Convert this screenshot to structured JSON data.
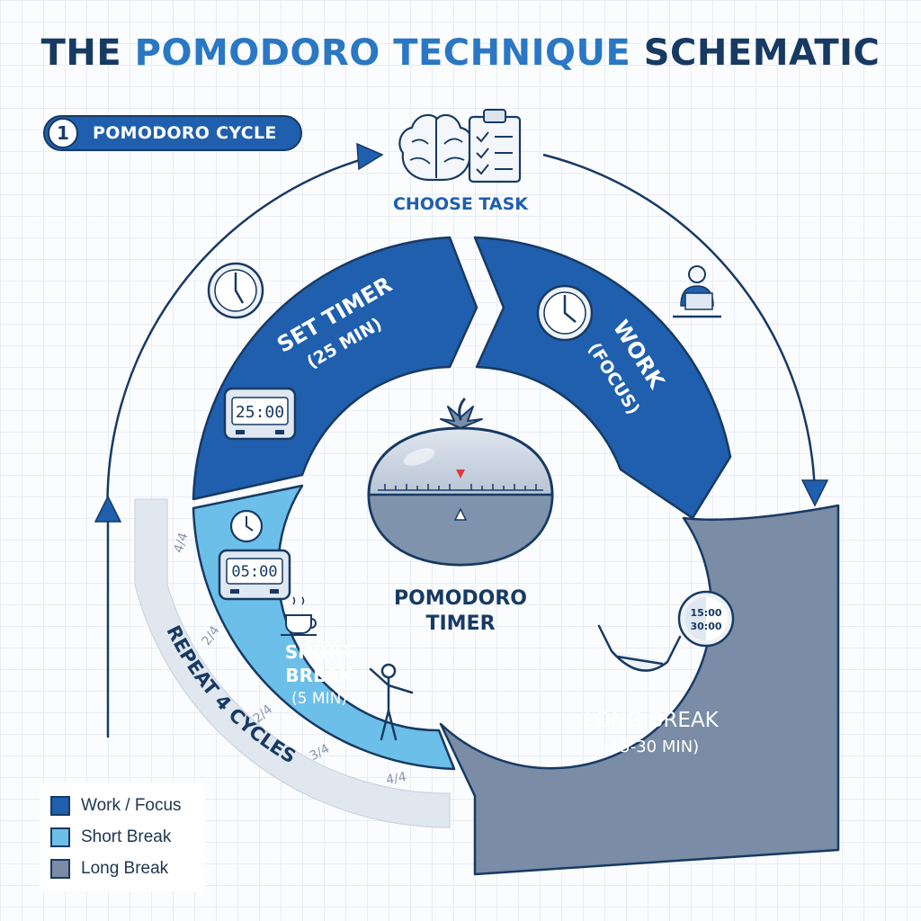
{
  "title": {
    "part1": "THE ",
    "highlight": "POMODORO TECHNIQUE",
    "part2": " SCHEMATIC"
  },
  "section_badge": {
    "number": "1",
    "label": "POMODORO CYCLE"
  },
  "choose_task": {
    "label": "CHOOSE TASK"
  },
  "segments": {
    "set_timer": {
      "line1": "SET TIMER",
      "line2": "(25 MIN)",
      "display": "25:00"
    },
    "work": {
      "line1": "WORK",
      "line2": "(FOCUS)"
    },
    "short_break": {
      "line1": "SHORT",
      "line2": "BREAK",
      "line3": "(5 MIN)",
      "display": "05:00"
    },
    "long_break": {
      "line1": "LONG BREAK",
      "line2": "(15-30 MIN)",
      "clock_top": "15:00",
      "clock_bottom": "30:00"
    }
  },
  "center": {
    "line1": "POMODORO",
    "line2": "TIMER"
  },
  "repeat": {
    "label": "REPEAT 4 CYCLES",
    "markers": [
      "4/4",
      "2/4",
      "2/4",
      "3/4",
      "4/4"
    ]
  },
  "legend": [
    {
      "label": "Work / Focus",
      "color": "#1f5fae"
    },
    {
      "label": "Short Break",
      "color": "#6cbfe8"
    },
    {
      "label": "Long Break",
      "color": "#7a8ca6"
    }
  ],
  "colors": {
    "work": "#1f5fae",
    "short_break": "#6cbfe8",
    "long_break": "#7a8ca6",
    "outline": "#173a63",
    "accent": "#2a77c4",
    "title": "#173a63"
  }
}
